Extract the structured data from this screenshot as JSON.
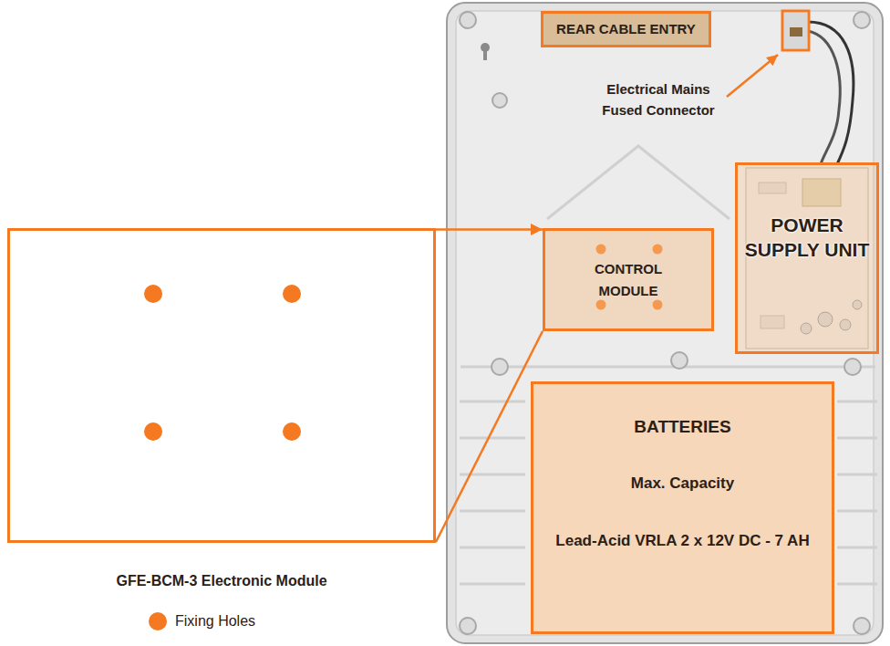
{
  "diagram": {
    "nodes": [
      {
        "text": [
          "REAR CABLE ENTRY"
        ]
      },
      {
        "text": [
          "POWER SUPPLY UNIT"
        ]
      },
      {
        "text": [
          "GFE-BCM-3 Electronic Module"
        ]
      },
      {
        "text": [
          "CONTROL MODULE"
        ]
      },
      {
        "text": [
          "BATTERIES",
          "Max. Capacity",
          "Lead-Acid VRLA 2 x 12V DC - 7 AH"
        ]
      }
    ],
    "edges": [
      {
        "from": 2,
        "to": 3,
        "arrow": "to"
      }
    ],
    "labels": [
      "Electrical Mains Fused Connector"
    ],
    "legend": [
      {
        "text": "Fixing Holes",
        "color": "#f47920"
      }
    ]
  }
}
